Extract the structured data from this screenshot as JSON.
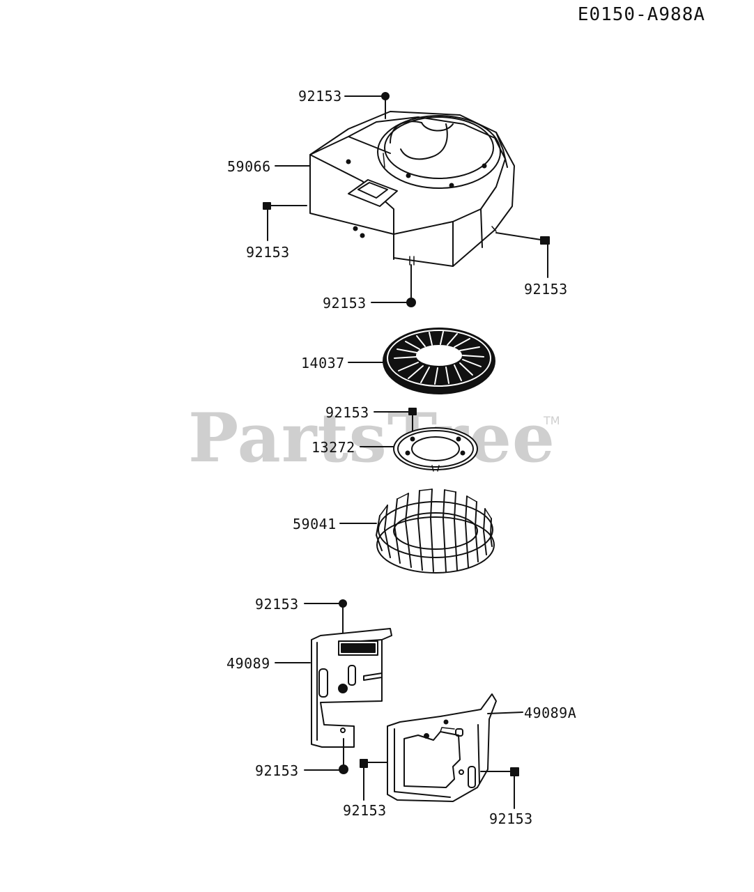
{
  "diagram_code": "E0150-A988A",
  "watermark": {
    "brand": "PartsTree",
    "trademark": "TM"
  },
  "parts": [
    {
      "id": "lbl-92153-a",
      "number": "92153"
    },
    {
      "id": "lbl-59066",
      "number": "59066"
    },
    {
      "id": "lbl-92153-b",
      "number": "92153"
    },
    {
      "id": "lbl-92153-c",
      "number": "92153"
    },
    {
      "id": "lbl-92153-d",
      "number": "92153"
    },
    {
      "id": "lbl-14037",
      "number": "14037"
    },
    {
      "id": "lbl-92153-e",
      "number": "92153"
    },
    {
      "id": "lbl-13272",
      "number": "13272"
    },
    {
      "id": "lbl-59041",
      "number": "59041"
    },
    {
      "id": "lbl-92153-f",
      "number": "92153"
    },
    {
      "id": "lbl-49089",
      "number": "49089"
    },
    {
      "id": "lbl-49089A",
      "number": "49089A"
    },
    {
      "id": "lbl-92153-g",
      "number": "92153"
    },
    {
      "id": "lbl-92153-h",
      "number": "92153"
    },
    {
      "id": "lbl-92153-i",
      "number": "92153"
    }
  ]
}
